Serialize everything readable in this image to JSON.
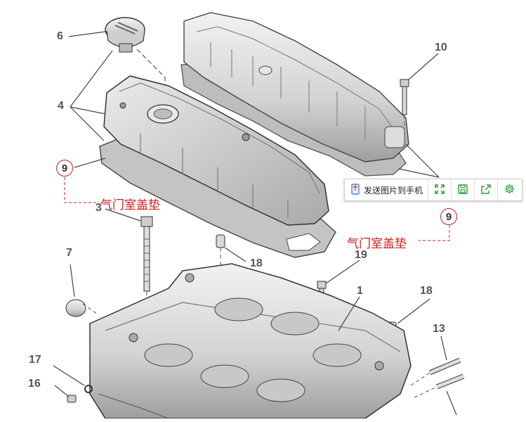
{
  "callouts": {
    "c1": "1",
    "c3": "3",
    "c4": "4",
    "c6": "6",
    "c7": "7",
    "c9a": "9",
    "c9b": "9",
    "c10": "10",
    "c13": "13",
    "c16": "16",
    "c17": "17",
    "c18a": "18",
    "c18b": "18",
    "c19": "19"
  },
  "labels": {
    "gasket_left": "气门室盖垫",
    "gasket_right": "气门室盖垫"
  },
  "toolbar": {
    "send_label": "发送图片到手机",
    "icons": [
      "phone-send-icon",
      "fullscreen-icon",
      "save-icon",
      "share-icon",
      "settings-icon"
    ]
  },
  "colors": {
    "accent_red": "#d11b1b",
    "toolbar_icon_green": "#2e9a3a"
  }
}
